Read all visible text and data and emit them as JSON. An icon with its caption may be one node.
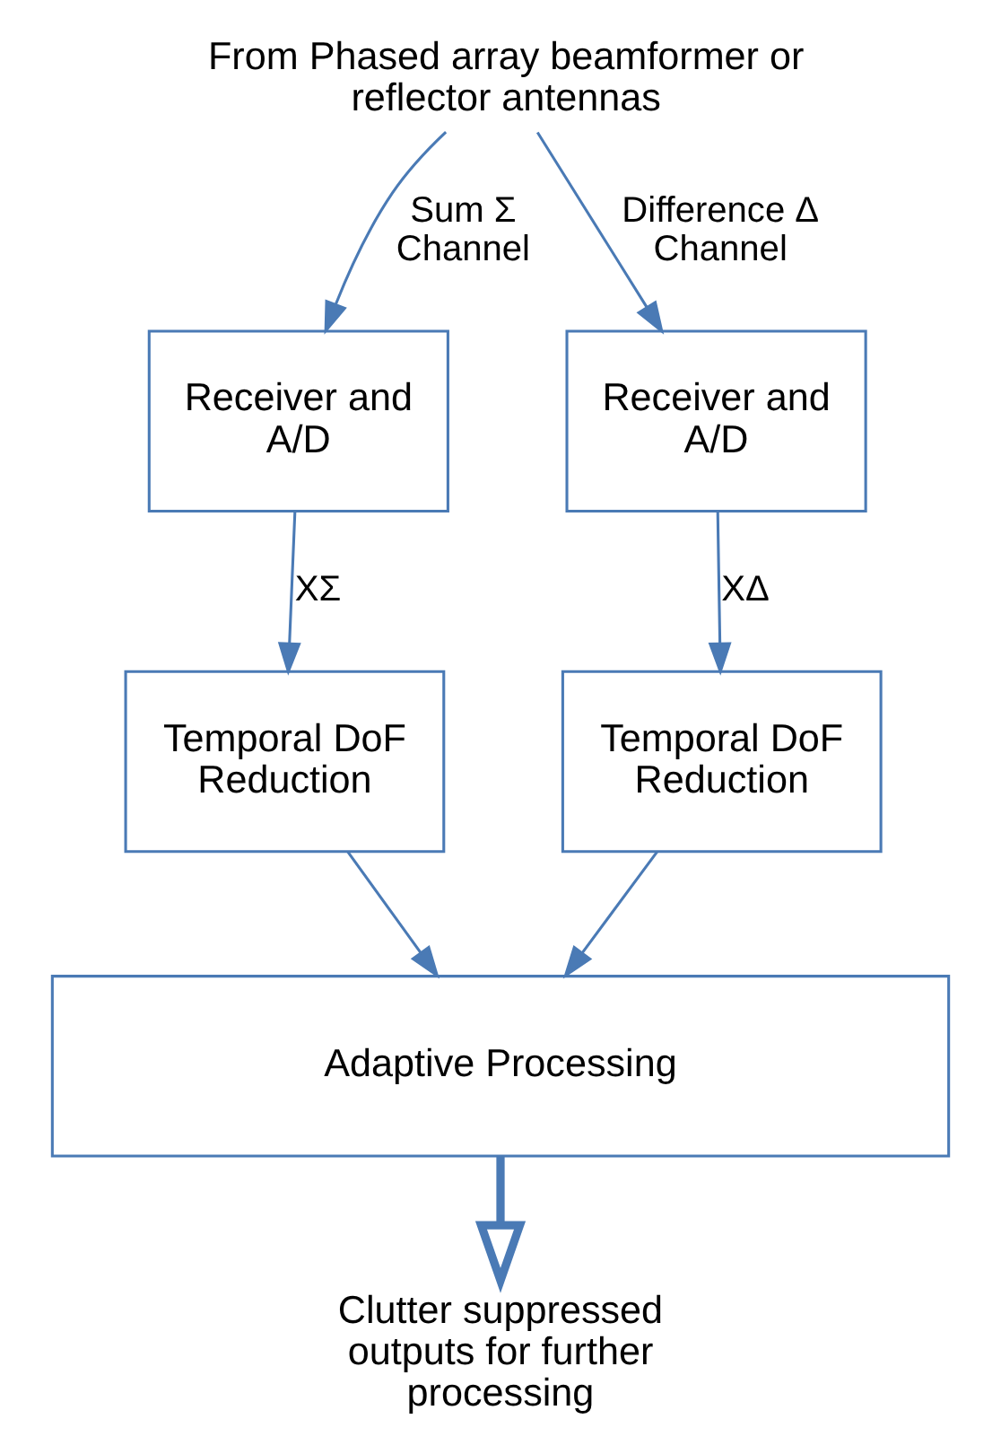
{
  "diagram": {
    "nodes": [
      {
        "text": [
          "From Phased array beamformer or reflector antennas"
        ]
      },
      {
        "text": [
          "Receiver and A/D"
        ]
      },
      {
        "text": [
          "Receiver and A/D"
        ]
      },
      {
        "text": [
          "Temporal DoF Reduction"
        ]
      },
      {
        "text": [
          "Temporal DoF Reduction"
        ]
      },
      {
        "text": [
          "Adaptive Processing"
        ]
      },
      {
        "text": [
          "Clutter suppressed outputs for further processing"
        ]
      }
    ],
    "edges": [
      {
        "from": 0,
        "to": 1,
        "arrow": "to",
        "label": "Sum Σ Channel"
      },
      {
        "from": 0,
        "to": 2,
        "arrow": "to",
        "label": "Difference Δ Channel"
      },
      {
        "from": 1,
        "to": 3,
        "arrow": "to",
        "label": "XΣ"
      },
      {
        "from": 2,
        "to": 4,
        "arrow": "to",
        "label": "XΔ"
      },
      {
        "from": 3,
        "to": 5,
        "arrow": "to"
      },
      {
        "from": 4,
        "to": 5,
        "arrow": "to"
      },
      {
        "from": 5,
        "to": 6,
        "arrow": "to",
        "style": "thick"
      }
    ]
  }
}
